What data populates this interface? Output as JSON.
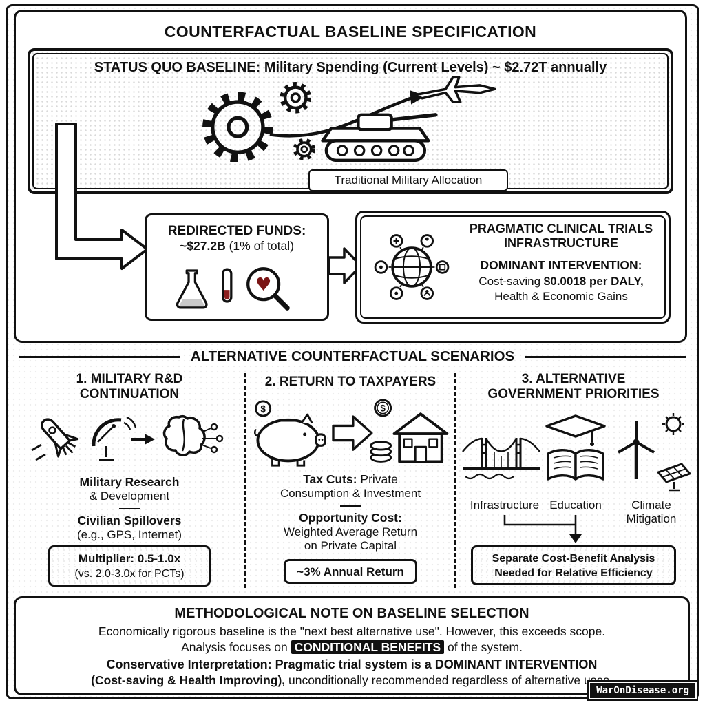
{
  "colors": {
    "ink": "#111111",
    "paper": "#ffffff",
    "tube_liquid": "#8c2020",
    "heart": "#7a1515"
  },
  "header": {
    "title": "COUNTERFACTUAL BASELINE SPECIFICATION"
  },
  "status_quo": {
    "title": "STATUS QUO BASELINE: Military Spending (Current Levels) ~ $2.72T annually",
    "allocation_label": "Traditional Military Allocation",
    "icons": [
      "gears-icon",
      "tank-icon",
      "fighter-jet-icon",
      "swoosh-arrow-icon"
    ]
  },
  "redirected_funds": {
    "title": "REDIRECTED FUNDS:",
    "amount": "~$27.2B",
    "amount_note": " (1% of total)",
    "icons": [
      "flask-icon",
      "test-tube-icon",
      "magnifier-heart-icon"
    ]
  },
  "pct": {
    "title_line1": "PRAGMATIC CLINICAL TRIALS",
    "title_line2": "INFRASTRUCTURE",
    "subtitle": "DOMINANT INTERVENTION:",
    "detail_prefix": "Cost-saving ",
    "detail_value": "$0.0018 per DALY,",
    "detail_line2": "Health & Economic Gains",
    "icons": [
      "globe-network-icon"
    ]
  },
  "scenarios": {
    "heading": "ALTERNATIVE COUNTERFACTUAL SCENARIOS",
    "military_rd": {
      "title_line1": "1. MILITARY R&D",
      "title_line2": "CONTINUATION",
      "label_bold": "Military Research",
      "label_rest": "& Development",
      "spillover_bold": "Civilian Spillovers",
      "spillover_rest": "(e.g., GPS, Internet)",
      "box_line1": "Multiplier: 0.5-1.0x",
      "box_line2": "(vs. 2.0-3.0x for PCTs)",
      "icons": [
        "rocket-icon",
        "satellite-dish-icon",
        "arrow-right-icon",
        "brain-icon"
      ]
    },
    "taxpayers": {
      "title": "2. RETURN TO TAXPAYERS",
      "tax_bold": "Tax Cuts:",
      "tax_rest": " Private",
      "tax_line2": "Consumption & Investment",
      "opportunity_bold": "Opportunity Cost:",
      "opportunity_line1": "Weighted Average Return",
      "opportunity_line2": "on Private Capital",
      "box_label": "~3% Annual Return",
      "icons": [
        "coin-icon",
        "piggy-bank-icon",
        "block-arrow-icon",
        "dollar-coin-icon",
        "coin-stack-icon",
        "house-icon"
      ]
    },
    "gov_priorities": {
      "title_line1": "3. ALTERNATIVE",
      "title_line2": "GOVERNMENT PRIORITIES",
      "labels": [
        "Infrastructure",
        "Education",
        "Climate Mitigation"
      ],
      "box_line1": "Separate Cost-Benefit Analysis",
      "box_line2": "Needed for Relative Efficiency",
      "icons": [
        "bridge-icon",
        "graduation-book-icon",
        "wind-turbine-icon",
        "sun-icon",
        "solar-panel-icon"
      ]
    }
  },
  "method_note": {
    "title": "METHODOLOGICAL NOTE ON BASELINE SELECTION",
    "line1": "Economically rigorous baseline is the \"next best alternative use\". However, this exceeds scope.",
    "line2_prefix": "Analysis focuses on ",
    "line2_bold": "CONDITIONAL BENEFITS",
    "line2_suffix": " of the system.",
    "line3": "Conservative Interpretation: Pragmatic trial system is a DOMINANT INTERVENTION",
    "line4_bold": "(Cost-saving & Health Improving),",
    "line4_rest": " unconditionally recommended regardless of alternative uses."
  },
  "watermark": "WarOnDisease.org"
}
